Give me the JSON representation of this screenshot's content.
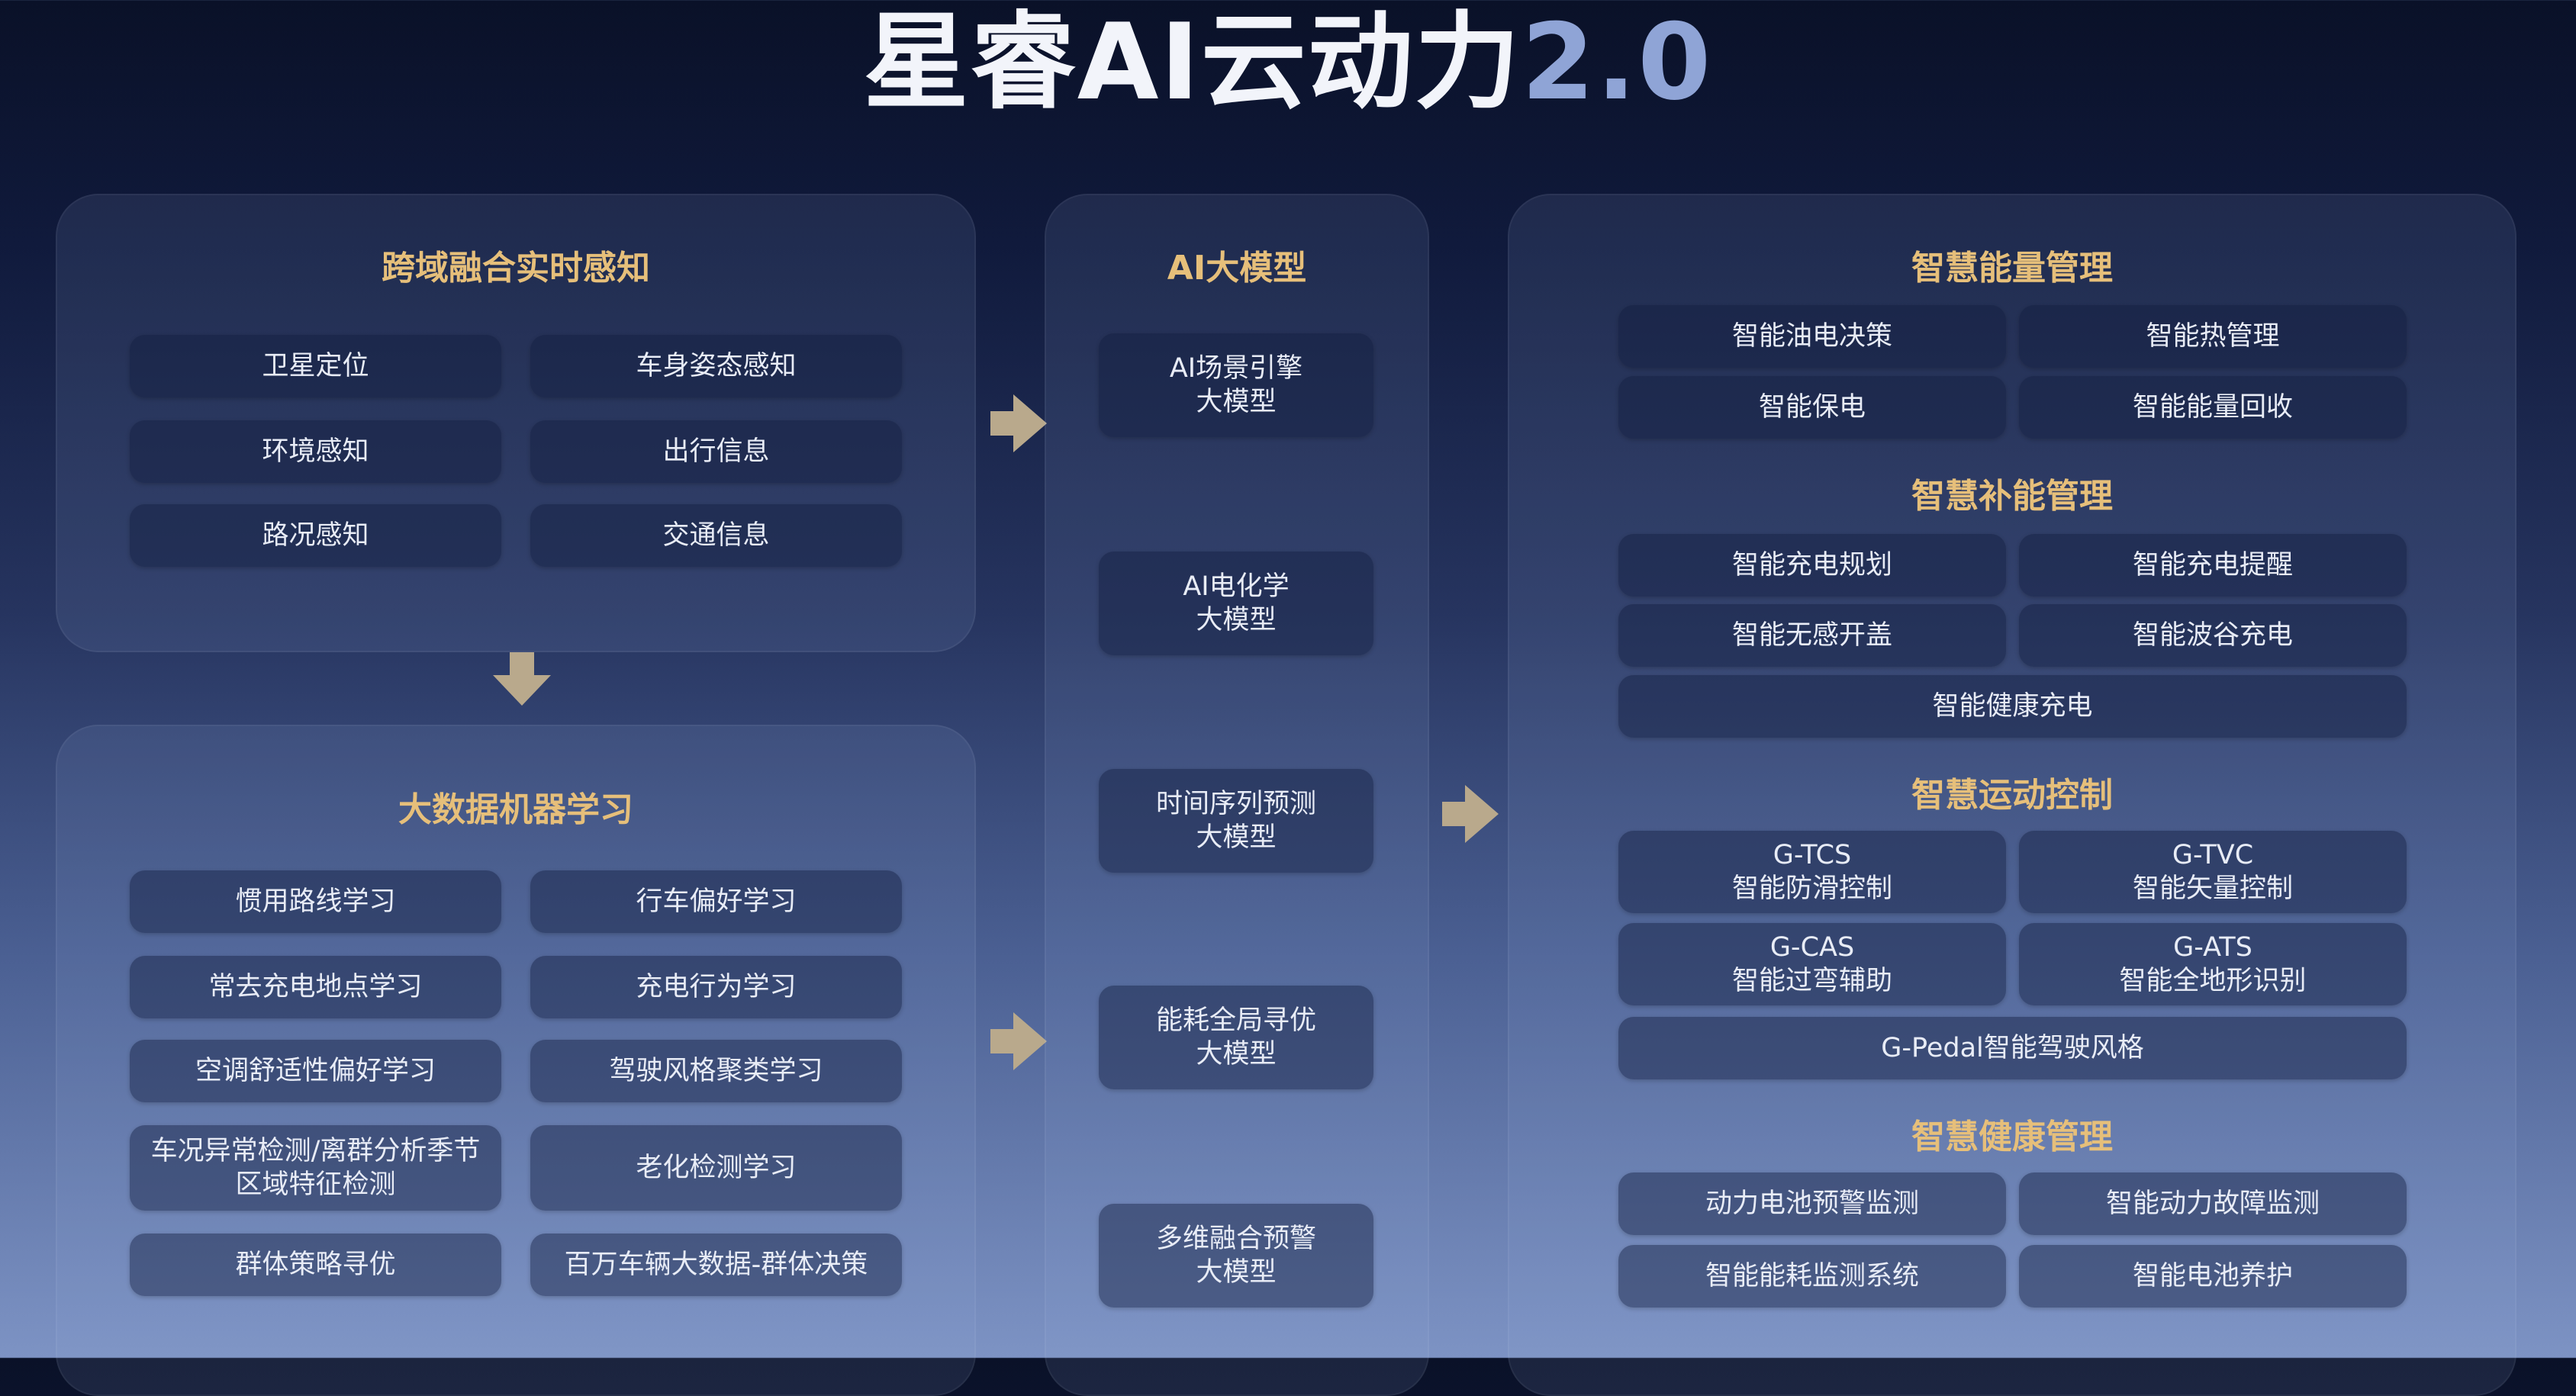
{
  "title": {
    "main": "星睿AI云动力",
    "version": "2.0"
  },
  "perception": {
    "title": "跨域融合实时感知",
    "items": [
      "卫星定位",
      "车身姿态感知",
      "环境感知",
      "出行信息",
      "路况感知",
      "交通信息"
    ]
  },
  "ml": {
    "title": "大数据机器学习",
    "items": [
      "惯用路线学习",
      "行车偏好学习",
      "常去充电地点学习",
      "充电行为学习",
      "空调舒适性偏好学习",
      "驾驶风格聚类学习",
      "车况异常检测/离群分析季节区域特征检测",
      "老化检测学习",
      "群体策略寻优",
      "百万车辆大数据-群体决策"
    ]
  },
  "models": {
    "title": "AI大模型",
    "items": [
      [
        "AI场景引擎",
        "大模型"
      ],
      [
        "AI电化学",
        "大模型"
      ],
      [
        "时间序列预测",
        "大模型"
      ],
      [
        "能耗全局寻优",
        "大模型"
      ],
      [
        "多维融合预警",
        "大模型"
      ]
    ]
  },
  "energy": {
    "title": "智慧能量管理",
    "items": [
      "智能油电决策",
      "智能热管理",
      "智能保电",
      "智能能量回收"
    ]
  },
  "charging": {
    "title": "智慧补能管理",
    "items": [
      "智能充电规划",
      "智能充电提醒",
      "智能无感开盖",
      "智能波谷充电",
      "智能健康充电"
    ]
  },
  "motion": {
    "title": "智慧运动控制",
    "items": [
      [
        "G-TCS",
        "智能防滑控制"
      ],
      [
        "G-TVC",
        "智能矢量控制"
      ],
      [
        "G-CAS",
        "智能过弯辅助"
      ],
      [
        "G-ATS",
        "智能全地形识别"
      ]
    ],
    "wide": "G-Pedal智能驾驶风格"
  },
  "health": {
    "title": "智慧健康管理",
    "items": [
      "动力电池预警监测",
      "智能动力故障监测",
      "智能能耗监测系统",
      "智能电池养护"
    ]
  }
}
